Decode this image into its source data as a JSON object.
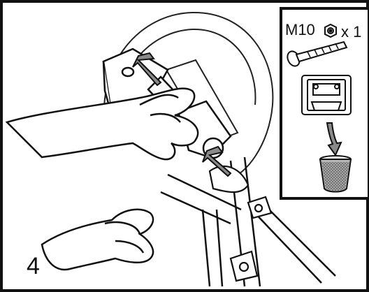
{
  "step": {
    "number": "4"
  },
  "parts_callout": {
    "bolt_label": "M10",
    "quantity": "x 1",
    "nut_icon": "hex-nut-icon",
    "bolt_icon": "bolt-icon",
    "bracket_icon": "bracket-icon",
    "cup_icon": "bin-cup-icon"
  },
  "colors": {
    "ink": "#111111",
    "arrow_fill": "#8a8a8a",
    "cup_fill": "#b5b5b5"
  }
}
